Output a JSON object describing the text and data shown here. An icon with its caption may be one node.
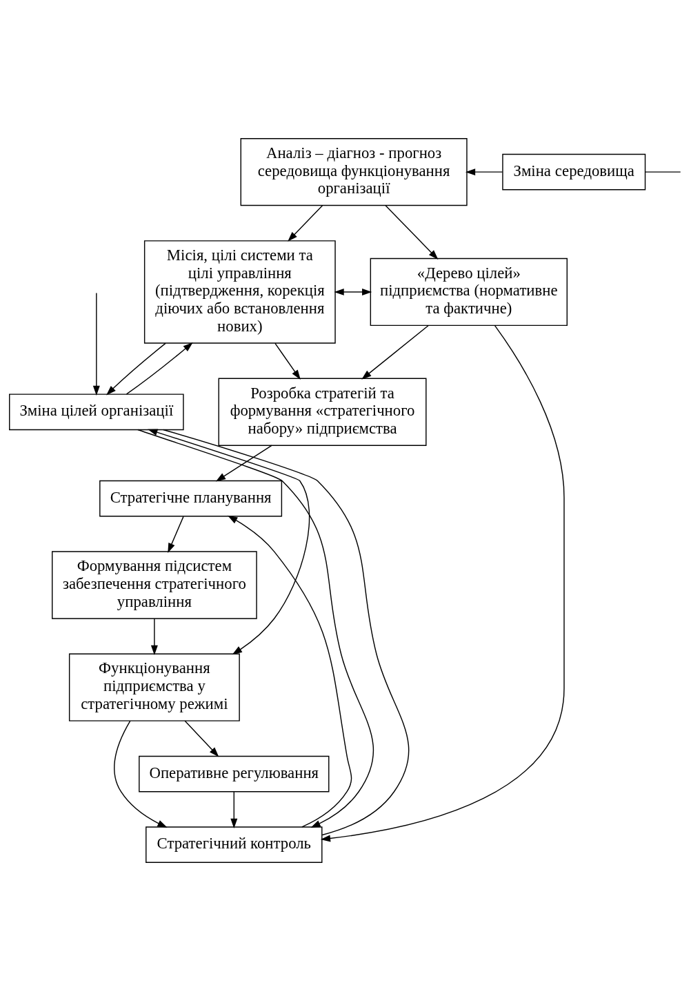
{
  "diagram": {
    "nodes": [
      {
        "text": [
          "Аналіз – діагноз - прогноз середовища функціонування організації"
        ]
      },
      {
        "text": [
          "Зміна середовища"
        ]
      },
      {
        "text": [
          "Місія, цілі системи та цілі управління (підтвердження, корекція діючих або встановлення нових)"
        ]
      },
      {
        "text": [
          "«Дерево цілей» підприємства (нормативне та фактичне)"
        ]
      },
      {
        "text": [
          "Розробка стратегій та формування «стратегічного набору» підприємства"
        ]
      },
      {
        "text": [
          "Стратегічне планування"
        ]
      },
      {
        "text": [
          "Формування підсистем забезпечення стратегічного управління"
        ]
      },
      {
        "text": [
          "Функціонування підприємства у стратегічному режимі"
        ]
      },
      {
        "text": [
          "Оперативне регулювання"
        ]
      },
      {
        "text": [
          "Стратегічний контроль"
        ]
      },
      {
        "text": [
          "Зміна цілей організації"
        ]
      }
    ],
    "edges": [
      {
        "from": 1,
        "to": 0,
        "arrow": "to"
      },
      {
        "from": 1,
        "to": null,
        "arrow": "none"
      },
      {
        "from": 0,
        "to": 2,
        "arrow": "to"
      },
      {
        "from": 0,
        "to": 3,
        "arrow": "to"
      },
      {
        "from": 2,
        "to": 3,
        "arrow": "both"
      },
      {
        "from": 2,
        "to": 4,
        "arrow": "to"
      },
      {
        "from": 3,
        "to": 4,
        "arrow": "to"
      },
      {
        "from": 4,
        "to": 5,
        "arrow": "to"
      },
      {
        "from": 5,
        "to": 6,
        "arrow": "to"
      },
      {
        "from": 6,
        "to": 7,
        "arrow": "to"
      },
      {
        "from": 7,
        "to": 8,
        "arrow": "to"
      },
      {
        "from": 8,
        "to": 9,
        "arrow": "to"
      },
      {
        "from": 10,
        "to": 2,
        "arrow": "to"
      },
      {
        "from": 2,
        "to": 10,
        "arrow": "to"
      },
      {
        "from": 10,
        "to": 7,
        "arrow": "both"
      },
      {
        "from": 9,
        "to": 10,
        "arrow": "none"
      },
      {
        "from": 10,
        "to": 9,
        "arrow": "to"
      },
      {
        "from": 9,
        "to": 5,
        "arrow": "to"
      },
      {
        "from": 7,
        "to": 9,
        "arrow": "to"
      },
      {
        "from": 3,
        "to": 9,
        "arrow": "to"
      },
      {
        "from": null,
        "to": 10,
        "arrow": "to"
      }
    ]
  }
}
